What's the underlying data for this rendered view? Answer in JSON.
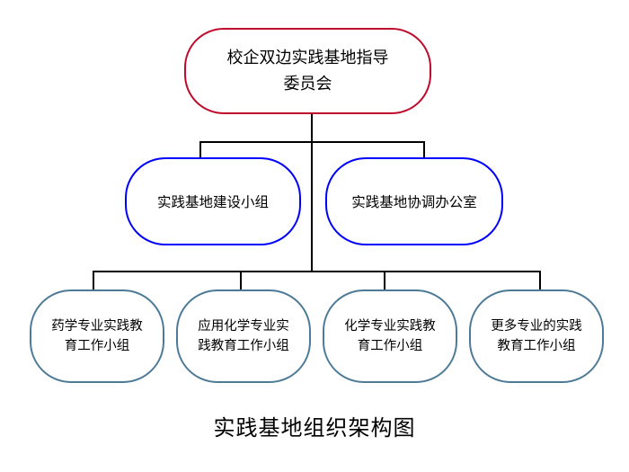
{
  "diagram": {
    "root": {
      "line1": "校企双边实践基地指导",
      "line2": "委员会"
    },
    "level2": [
      {
        "label": "实践基地建设小组"
      },
      {
        "label": "实践基地协调办公室"
      }
    ],
    "level3": [
      {
        "line1": "药学专业实践教",
        "line2": "育工作小组"
      },
      {
        "line1": "应用化学专业实",
        "line2": "践教育工作小组"
      },
      {
        "line1": "化学专业实践教",
        "line2": "育工作小组"
      },
      {
        "line1": "更多专业的实践",
        "line2": "教育工作小组"
      }
    ],
    "caption": "实践基地组织架构图"
  },
  "colors": {
    "root_border": "#C00A2C",
    "level2_border": "#0000FF",
    "level3_border": "#4D7A96",
    "connector": "#000000"
  }
}
